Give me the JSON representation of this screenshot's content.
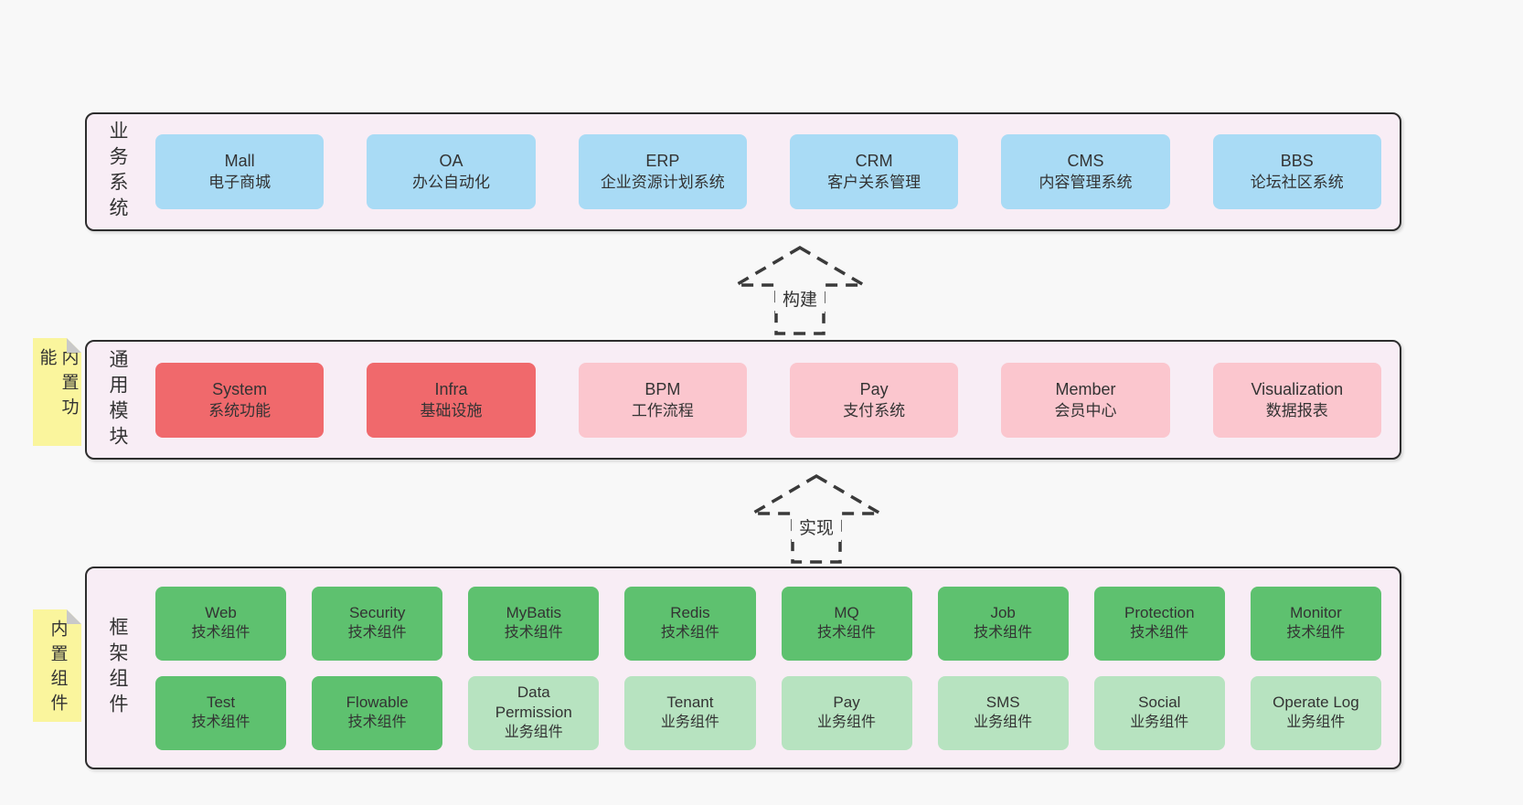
{
  "diagram": {
    "layers": [
      {
        "label": "业务系统",
        "boxes": [
          {
            "name": "Mall",
            "sub": "电子商城"
          },
          {
            "name": "OA",
            "sub": "办公自动化"
          },
          {
            "name": "ERP",
            "sub": "企业资源计划系统"
          },
          {
            "name": "CRM",
            "sub": "客户关系管理"
          },
          {
            "name": "CMS",
            "sub": "内容管理系统"
          },
          {
            "name": "BBS",
            "sub": "论坛社区系统"
          }
        ]
      },
      {
        "label": "通用模块",
        "sticky": "内置功能",
        "boxes": [
          {
            "name": "System",
            "sub": "系统功能"
          },
          {
            "name": "Infra",
            "sub": "基础设施"
          },
          {
            "name": "BPM",
            "sub": "工作流程"
          },
          {
            "name": "Pay",
            "sub": "支付系统"
          },
          {
            "name": "Member",
            "sub": "会员中心"
          },
          {
            "name": "Visualization",
            "sub": "数据报表"
          }
        ]
      },
      {
        "label": "框架组件",
        "sticky": "内置组件",
        "rows": [
          [
            {
              "name": "Web",
              "sub": "技术组件"
            },
            {
              "name": "Security",
              "sub": "技术组件"
            },
            {
              "name": "MyBatis",
              "sub": "技术组件"
            },
            {
              "name": "Redis",
              "sub": "技术组件"
            },
            {
              "name": "MQ",
              "sub": "技术组件"
            },
            {
              "name": "Job",
              "sub": "技术组件"
            },
            {
              "name": "Protection",
              "sub": "技术组件"
            },
            {
              "name": "Monitor",
              "sub": "技术组件"
            }
          ],
          [
            {
              "name": "Test",
              "sub": "技术组件"
            },
            {
              "name": "Flowable",
              "sub": "技术组件"
            },
            {
              "name": "Data Permission",
              "sub": "业务组件"
            },
            {
              "name": "Tenant",
              "sub": "业务组件"
            },
            {
              "name": "Pay",
              "sub": "业务组件"
            },
            {
              "name": "SMS",
              "sub": "业务组件"
            },
            {
              "name": "Social",
              "sub": "业务组件"
            },
            {
              "name": "Operate Log",
              "sub": "业务组件"
            }
          ]
        ]
      }
    ],
    "arrows": [
      {
        "label": "构建"
      },
      {
        "label": "实现"
      }
    ],
    "colors": {
      "page_bg": "#f8f8f8",
      "layer_bg": "#f8edf5",
      "layer_border": "#2d2d2d",
      "business_box": "#a9dbf5",
      "core_module_box": "#f0696c",
      "optional_module_box": "#fbc6ce",
      "tech_component_box": "#5ec16f",
      "biz_component_box": "#b7e3c0",
      "sticky_note": "#faf59d",
      "text": "#333333"
    }
  }
}
